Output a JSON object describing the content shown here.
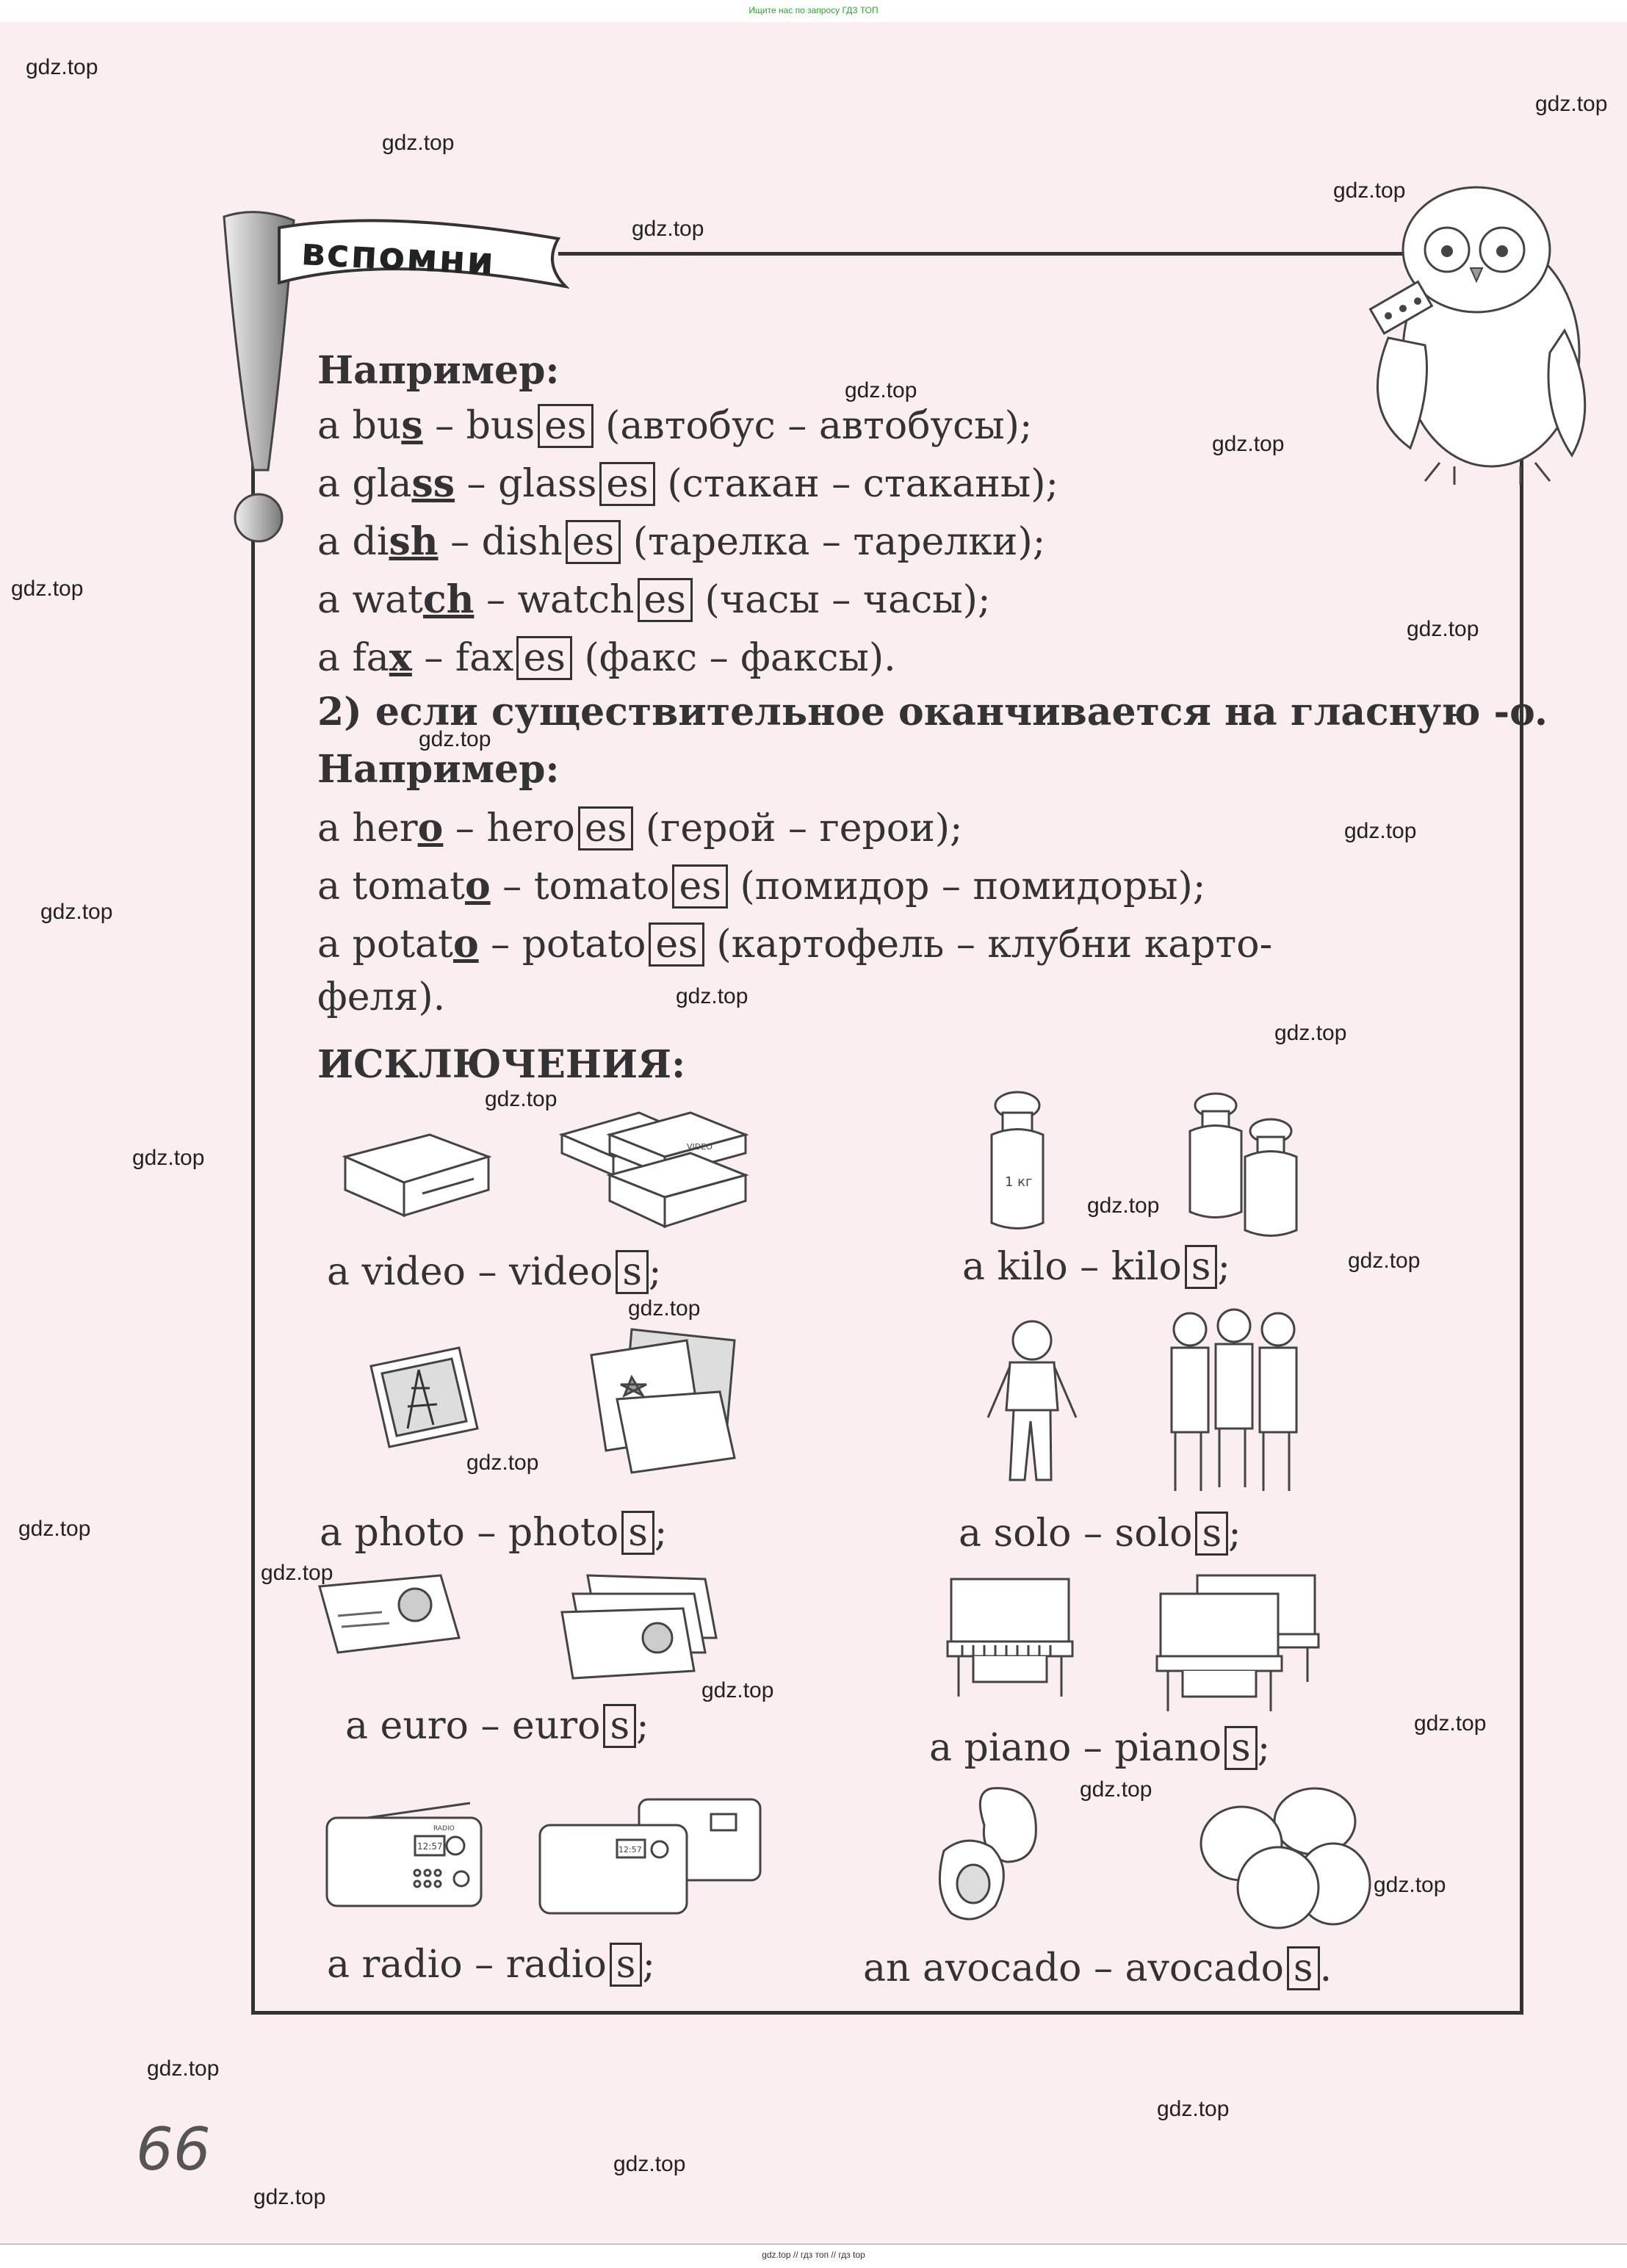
{
  "top_notice": "Ищите нас по запросу ГДЗ ТОП",
  "bottom_notice": "gdz.top // гдз топ // гдз top",
  "flag_title": "вспомни",
  "example_heading_1": "Например:",
  "es_rules": [
    {
      "article": "a",
      "base": "bu",
      "ending": "s",
      "plural_base": "bus",
      "suffix": "es",
      "translation": "(автобус – автобусы);"
    },
    {
      "article": "a",
      "base": "gla",
      "ending": "ss",
      "plural_base": "glass",
      "suffix": "es",
      "translation": "(стакан – стаканы);"
    },
    {
      "article": "a",
      "base": "di",
      "ending": "sh",
      "plural_base": "dish",
      "suffix": "es",
      "translation": "(тарелка – тарелки);"
    },
    {
      "article": "a",
      "base": "wat",
      "ending": "ch",
      "plural_base": "watch",
      "suffix": "es",
      "translation": "(часы – часы);"
    },
    {
      "article": "a",
      "base": "fa",
      "ending": "x",
      "plural_base": "fax",
      "suffix": "es",
      "translation": "(факс – факсы)."
    }
  ],
  "rule_2": "2) если существительное оканчивается на гласную -o.",
  "example_heading_2": "Например:",
  "o_rules": [
    {
      "article": "a",
      "base": "her",
      "ending": "o",
      "plural_base": "hero",
      "suffix": "es",
      "translation": "(герой – герои);"
    },
    {
      "article": "a",
      "base": "tomat",
      "ending": "o",
      "plural_base": "tomato",
      "suffix": "es",
      "translation": "(помидор – помидоры);"
    },
    {
      "article": "a",
      "base": "potat",
      "ending": "o",
      "plural_base": "potato",
      "suffix": "es",
      "translation": "(картофель – клубни карто-"
    }
  ],
  "o_rules_continuation": "феля).",
  "exceptions_heading": "ИСКЛЮЧЕНИЯ:",
  "exceptions": [
    {
      "article": "a",
      "word": "video",
      "plural_base": "video",
      "suffix": "s",
      "end": ";"
    },
    {
      "article": "a",
      "word": "kilo",
      "plural_base": "kilo",
      "suffix": "s",
      "end": ";"
    },
    {
      "article": "a",
      "word": "photo",
      "plural_base": "photo",
      "suffix": "s",
      "end": ";"
    },
    {
      "article": "a",
      "word": "solo",
      "plural_base": "solo",
      "suffix": "s",
      "end": ";"
    },
    {
      "article": "a",
      "word": "euro",
      "plural_base": "euro",
      "suffix": "s",
      "end": ";"
    },
    {
      "article": "a",
      "word": "piano",
      "plural_base": "piano",
      "suffix": "s",
      "end": ";"
    },
    {
      "article": "a",
      "word": "radio",
      "plural_base": "radio",
      "suffix": "s",
      "end": ";"
    },
    {
      "article": "an",
      "word": "avocado",
      "plural_base": "avocado",
      "suffix": "s",
      "end": "."
    }
  ],
  "radio_label": "RADIO",
  "video_label": "VIDEO",
  "jar_label": "1 кг",
  "radio_display": "12:57",
  "page_number": "66",
  "watermark": "gdz.top"
}
